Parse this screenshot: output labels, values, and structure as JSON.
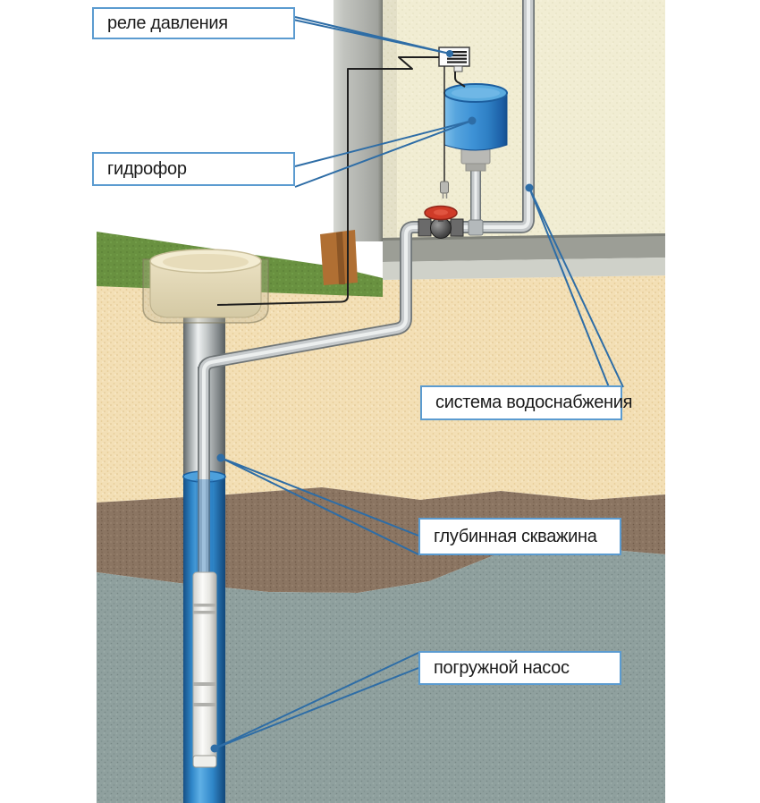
{
  "labels": {
    "pressure_relay": "реле давления",
    "hydrophore": "гидрофор",
    "water_supply_system": "система водоснабжения",
    "deep_well": "глубинная скважина",
    "submersible_pump": "погружной насос"
  },
  "colors": {
    "label_border": "#5b9bd0",
    "leader_line": "#2e6da6",
    "tank_blue": "#3e92d6",
    "well_water_blue": "#2f86c8",
    "valve_handle_red": "#cf3b28",
    "grass_green": "#699140",
    "sand": "#f3dfb5",
    "soil_brown": "#8b7562",
    "aquifer_gray": "#8fa09e",
    "house_wall": "#f1edd3"
  }
}
